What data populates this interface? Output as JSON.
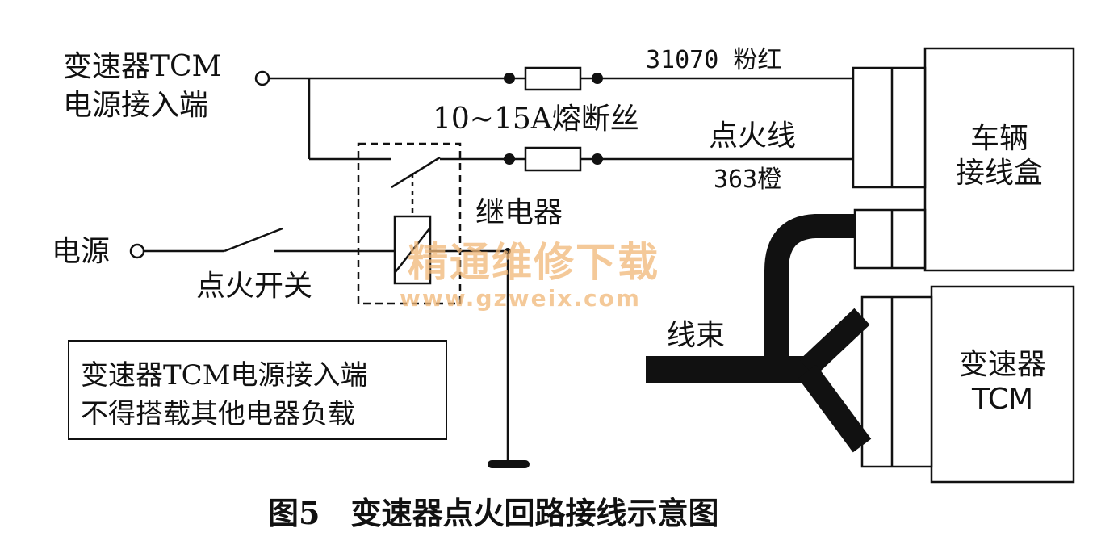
{
  "labels": {
    "tcm_power_in_1": "变速器TCM",
    "tcm_power_in_2": "电源接入端",
    "wire_top": "31070 粉红",
    "fuse": "10~15A熔断丝",
    "ignition_wire": "点火线",
    "wire_bottom": "363橙",
    "relay": "继电器",
    "power": "电源",
    "ignition_switch": "点火开关",
    "harness": "线束",
    "junction_box_1": "车辆",
    "junction_box_2": "接线盒",
    "tcm_box_1": "变速器",
    "tcm_box_2": "TCM"
  },
  "note": {
    "line1": "变速器TCM电源接入端",
    "line2": "不得搭载其他电器负载"
  },
  "caption": "图5　变速器点火回路接线示意图",
  "watermark": {
    "cn": "精通维修下载",
    "url": "www.gzweix.com"
  },
  "colors": {
    "line": "#111111",
    "watermark": "#f1b878"
  }
}
